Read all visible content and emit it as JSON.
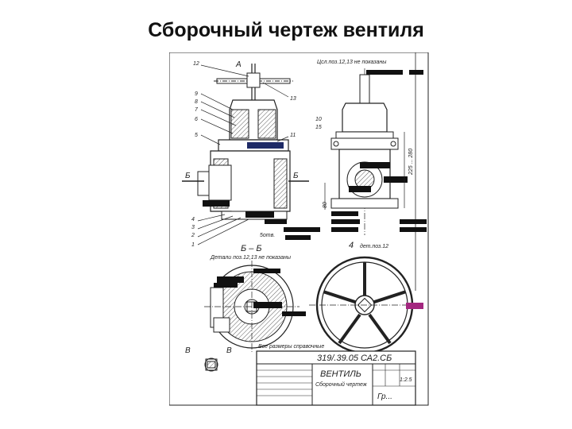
{
  "page": {
    "title": "Сборочный чертеж вентиля"
  },
  "drawing": {
    "view_label_a": "A",
    "note_top": "Цсл.поз.12,13 не показаны",
    "note_section": "Детали поз.12,13 не показаны",
    "note_bottom": "Все размеры справочные",
    "section_label": "Б – Б",
    "section_mark_left": "Б",
    "section_mark_right": "Б",
    "view_mark_b1": "В",
    "view_mark_b2": "В",
    "dim_225": "225 ... 280",
    "dim_80": "80",
    "dim_5": "5отв.",
    "label_4": "4",
    "label_4_note": "дет.поз.12",
    "leader_numbers": [
      "12",
      "9",
      "8",
      "7",
      "6",
      "5",
      "4",
      "3",
      "2",
      "1",
      "13",
      "11",
      "10",
      "15"
    ],
    "title_block": {
      "doc_code": "319/.39.05 СА2.СБ",
      "name": "ВЕНТИЛЬ",
      "subtitle": "Сборочный чертеж",
      "scale": "1:2.5",
      "group": "Гр..."
    }
  },
  "colors": {
    "ink": "#1a1a1a",
    "highlight_blue": "#1e2a66",
    "highlight_magenta": "#a3277f",
    "redaction": "#111111"
  }
}
